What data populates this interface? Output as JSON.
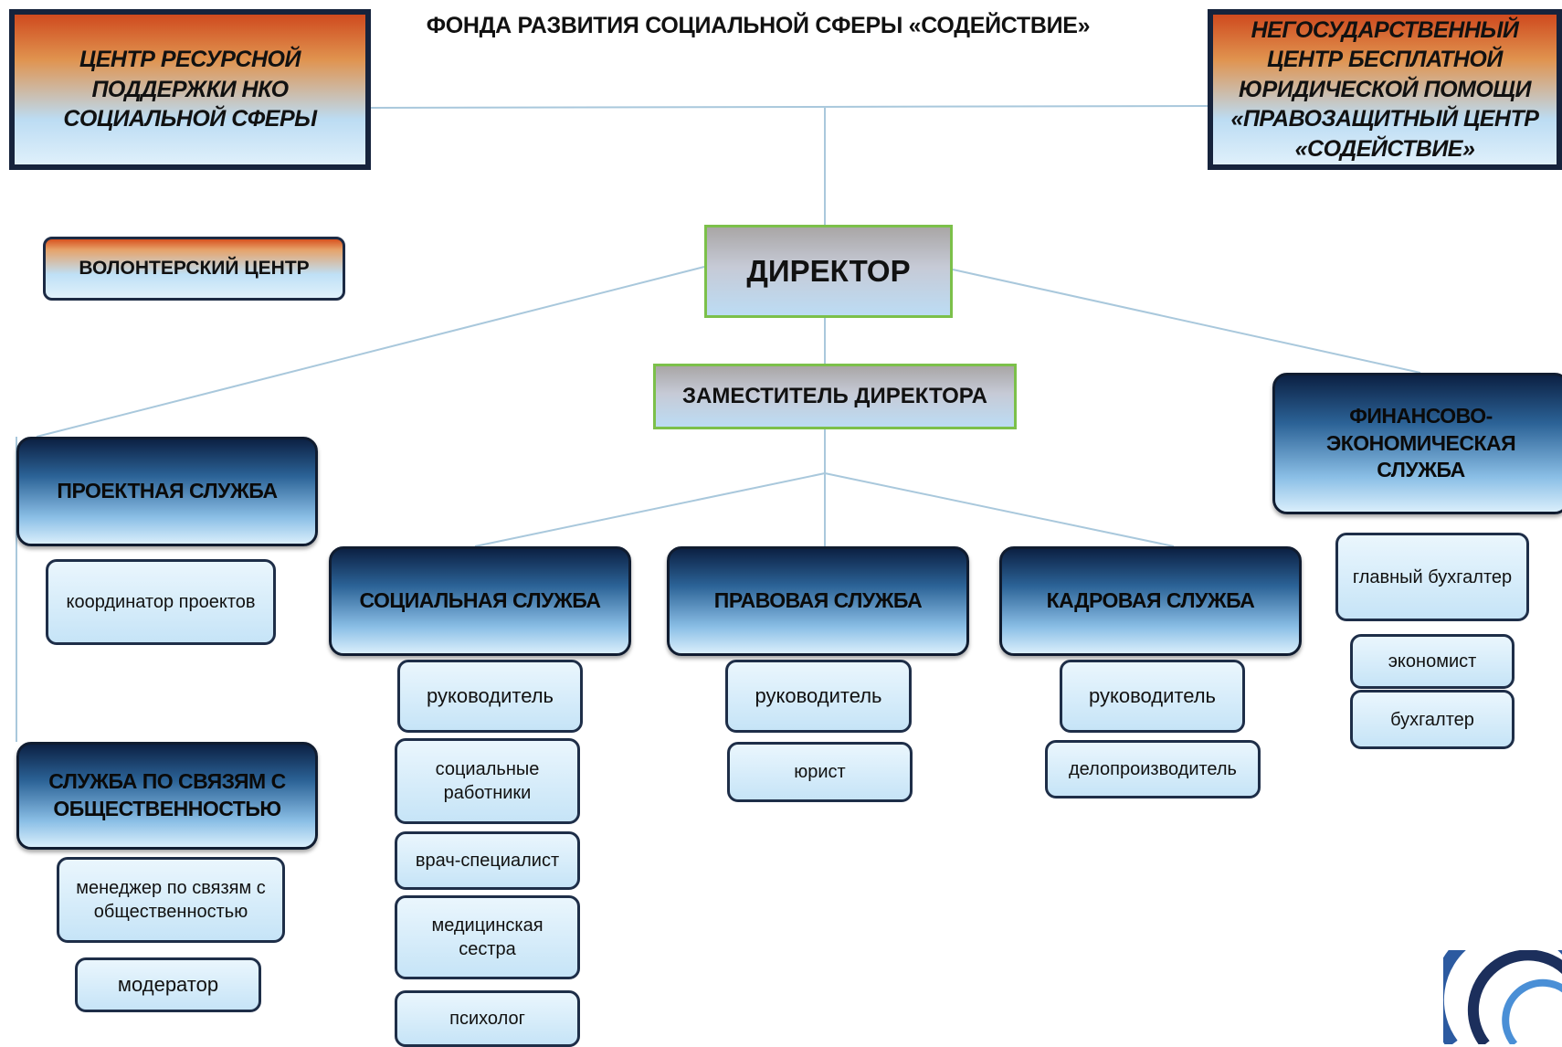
{
  "title": "ФОНДА РАЗВИТИЯ СОЦИАЛЬНОЙ СФЕРЫ «СОДЕЙСТВИЕ»",
  "top_left": "ЦЕНТР РЕСУРСНОЙ ПОДДЕРЖКИ НКО СОЦИАЛЬНОЙ СФЕРЫ",
  "top_right": "НЕГОСУДАРСТВЕННЫЙ ЦЕНТР БЕСПЛАТНОЙ ЮРИДИЧЕСКОЙ ПОМОЩИ «ПРАВОЗАЩИТНЫЙ ЦЕНТР «СОДЕЙСТВИЕ»",
  "volunteer": "ВОЛОНТЕРСКИЙ ЦЕНТР",
  "director": "ДИРЕКТОР",
  "deputy": "ЗАМЕСТИТЕЛЬ ДИРЕКТОРА",
  "services": {
    "project": {
      "name": "ПРОЕКТНАЯ СЛУЖБА",
      "roles": [
        "координатор проектов"
      ]
    },
    "pr": {
      "name": "СЛУЖБА ПО СВЯЗЯМ С ОБЩЕСТВЕННОСТЬЮ",
      "roles": [
        "менеджер по связям с общественностью",
        "модератор"
      ]
    },
    "social": {
      "name": "СОЦИАЛЬНАЯ СЛУЖБА",
      "roles": [
        "руководитель",
        "социальные работники",
        "врач-специалист",
        "медицинская сестра",
        "психолог"
      ]
    },
    "legal": {
      "name": "ПРАВОВАЯ СЛУЖБА",
      "roles": [
        "руководитель",
        "юрист"
      ]
    },
    "hr": {
      "name": "КАДРОВАЯ СЛУЖБА",
      "roles": [
        "руководитель",
        "делопроизводитель"
      ]
    },
    "finance": {
      "name": "ФИНАНСОВО-ЭКОНОМИЧЕСКАЯ СЛУЖБА",
      "roles": [
        "главный бухгалтер",
        "экономист",
        "бухгалтер"
      ]
    }
  },
  "colors": {
    "connector": "#a9c8dc",
    "exec_border": "#7cc04a",
    "box_border": "#16233c"
  }
}
